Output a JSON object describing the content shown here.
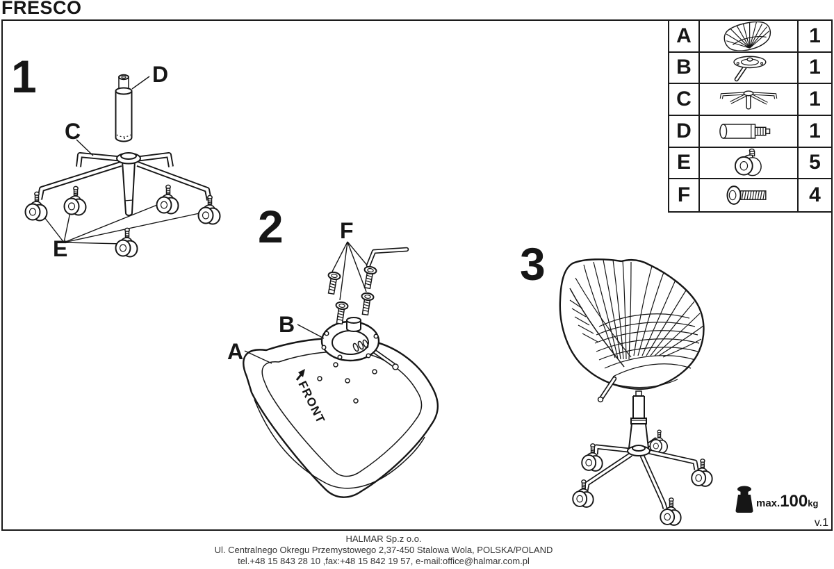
{
  "title": "FRESCO",
  "version": "v.1",
  "steps": [
    {
      "number": "1"
    },
    {
      "number": "2"
    },
    {
      "number": "3"
    }
  ],
  "part_labels": {
    "A": "A",
    "B": "B",
    "C": "C",
    "D": "D",
    "E": "E",
    "F": "F"
  },
  "front_label": "FRONT",
  "parts_table": {
    "rows": [
      {
        "letter": "A",
        "qty": "1",
        "icon": "seat-shell-icon"
      },
      {
        "letter": "B",
        "qty": "1",
        "icon": "mechanism-plate-icon"
      },
      {
        "letter": "C",
        "qty": "1",
        "icon": "star-base-icon"
      },
      {
        "letter": "D",
        "qty": "1",
        "icon": "gas-lift-icon"
      },
      {
        "letter": "E",
        "qty": "5",
        "icon": "caster-icon"
      },
      {
        "letter": "F",
        "qty": "4",
        "icon": "screw-icon"
      }
    ]
  },
  "weight_limit": {
    "prefix": "max.",
    "value": "100",
    "unit": "kg"
  },
  "footer": {
    "line1": "HALMAR Sp.z o.o.",
    "line2": "Ul. Centralnego Okregu Przemystowego 2,37-450 Stalowa Wola, POLSKA/POLAND",
    "line3": "tel.+48 15 843 28 10 ,fax:+48 15 842 19 57, e-mail:office@halmar.com.pl"
  },
  "colors": {
    "ink": "#161616",
    "background": "#ffffff"
  }
}
